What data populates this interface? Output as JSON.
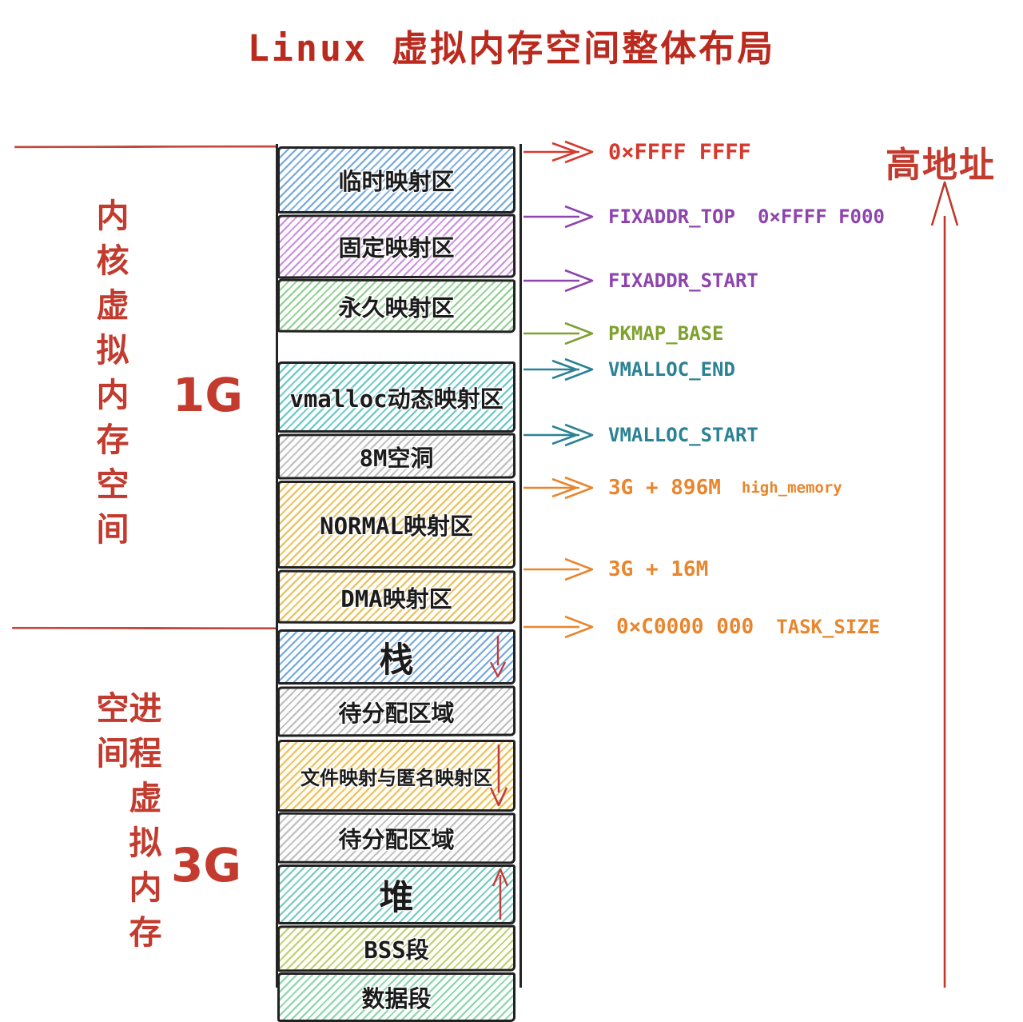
{
  "title": "Linux 虚拟内存空间整体布局",
  "left_panel": {
    "kernel_space_label": "内核虚拟内存空间",
    "kernel_size_label": "1G",
    "process_space_label": "进程虚拟内存空间",
    "process_size_label": "3G"
  },
  "high_address_label": "高地址",
  "memory_blocks": [
    {
      "label": "临时映射区",
      "color": "#659ed6"
    },
    {
      "label": "固定映射区",
      "color": "#c483d6"
    },
    {
      "label": "永久映射区",
      "color": "#86c686"
    },
    {
      "label": "vmalloc动态映射区",
      "color": "#58bebe"
    },
    {
      "label": "8M空洞",
      "color": "#b6b6b6"
    },
    {
      "label": "NORMAL映射区",
      "color": "#e2b84e"
    },
    {
      "label": "DMA映射区",
      "color": "#e2b84e"
    },
    {
      "label": "栈",
      "color": "#659ed6",
      "grow": "down"
    },
    {
      "label": "待分配区域",
      "color": "#b6b6b6"
    },
    {
      "label": "文件映射与匿名映射区",
      "color": "#eab84a",
      "grow": "down"
    },
    {
      "label": "待分配区域",
      "color": "#b6b6b6"
    },
    {
      "label": "堆",
      "color": "#68c2b8",
      "grow": "up"
    },
    {
      "label": "BSS段",
      "color": "#b8c66a"
    },
    {
      "label": "数据段",
      "color": "#7ecda4"
    }
  ],
  "address_labels": [
    {
      "text": "0×FFFF FFFF",
      "color": "#d6392e"
    },
    {
      "text": "FIXADDR_TOP",
      "note": "0×FFFF F000",
      "color": "#8e44ad"
    },
    {
      "text": "FIXADDR_START",
      "color": "#8e44ad"
    },
    {
      "text": "PKMAP_BASE",
      "color": "#7fa12f"
    },
    {
      "text": "VMALLOC_END",
      "color": "#2b8294"
    },
    {
      "text": "VMALLOC_START",
      "color": "#2b8294"
    },
    {
      "text": "3G + 896M",
      "note": "high_memory",
      "color": "#e8862e"
    },
    {
      "text": "3G + 16M",
      "color": "#e8862e"
    },
    {
      "text": "0×C0000 000",
      "note": "TASK_SIZE",
      "color": "#e8862e"
    }
  ]
}
